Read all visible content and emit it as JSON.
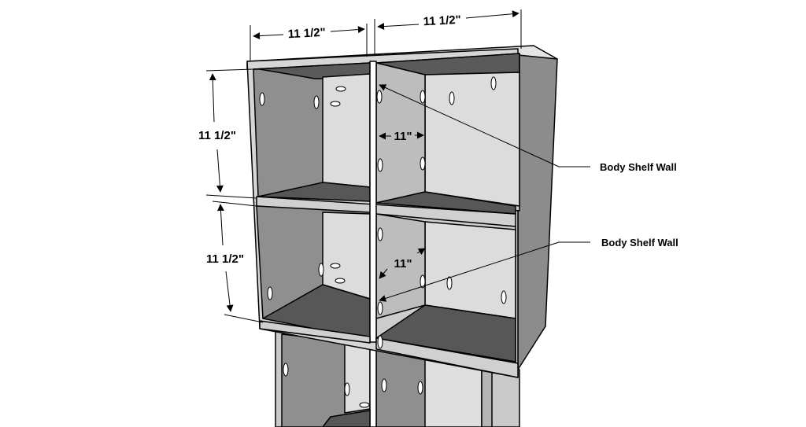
{
  "dimensions": {
    "top_left_width": "11 1/2\"",
    "top_right_width": "11 1/2\"",
    "upper_height": "11 1/2\"",
    "lower_height": "11 1/2\"",
    "upper_depth": "11\"",
    "lower_depth": "11\""
  },
  "callouts": {
    "upper": "Body Shelf Wall",
    "lower": "Body Shelf Wall"
  },
  "colors": {
    "panel_light": "#dcdcdc",
    "panel_mid": "#bdbdbd",
    "panel_dark": "#8a8a8a",
    "shelf_top": "#575757",
    "white": "#ffffff"
  }
}
